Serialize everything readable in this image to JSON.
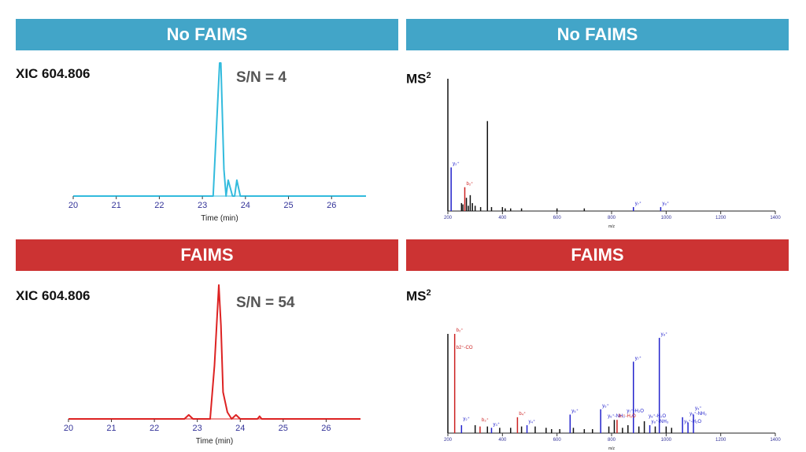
{
  "banners": {
    "top_left": "No FAIMS",
    "top_right": "No FAIMS",
    "bottom_left": "FAIMS",
    "bottom_right": "FAIMS"
  },
  "colors": {
    "banner_blue": "#42a5c8",
    "banner_red": "#cc3333",
    "xic_no_faims": "#33bbdd",
    "xic_faims": "#dd2222",
    "ion_y": "#2222cc",
    "ion_b": "#cc2222"
  },
  "chart_data": [
    {
      "type": "line",
      "id": "xic-no-faims",
      "title": "XIC 604.806",
      "annotation": "S/N = 4",
      "xlabel": "Time (min)",
      "xlim": [
        20,
        26.8
      ],
      "ylim": [
        0,
        100
      ],
      "xticks": [
        20,
        21,
        22,
        23,
        24,
        25,
        26
      ],
      "grid": false,
      "series": [
        {
          "x": [
            20,
            23.25,
            23.4,
            23.43,
            23.5,
            23.55,
            23.6,
            23.7,
            23.75,
            23.8,
            23.88,
            23.95,
            26.8
          ],
          "y": [
            0,
            0,
            100,
            100,
            20,
            0,
            12,
            0,
            0,
            12,
            0,
            0,
            0
          ]
        }
      ]
    },
    {
      "type": "bar",
      "id": "ms2-no-faims",
      "title": "MS",
      "title_superscript": "2",
      "xlabel": "m/z",
      "xlim": [
        200,
        1400
      ],
      "ylim": [
        0,
        100
      ],
      "xticks": [
        200,
        400,
        600,
        800,
        1000,
        1200,
        1400
      ],
      "grid": false,
      "x": [
        200,
        212,
        250,
        255,
        262,
        268,
        275,
        282,
        290,
        300,
        320,
        345,
        360,
        400,
        410,
        430,
        470,
        600,
        700,
        880,
        980
      ],
      "values": [
        100,
        33,
        6,
        5,
        18,
        10,
        4,
        12,
        6,
        4,
        3,
        68,
        3,
        3,
        2,
        2,
        2,
        2,
        2,
        3,
        3
      ],
      "peak_labels": [
        {
          "x": 212,
          "value": 33,
          "text": "y₂⁺",
          "ion": "y"
        },
        {
          "x": 262,
          "value": 18,
          "text": "b₂⁺",
          "ion": "b"
        },
        {
          "x": 880,
          "value": 3,
          "text": "y₇⁺",
          "ion": "y"
        },
        {
          "x": 980,
          "value": 3,
          "text": "y₈⁺",
          "ion": "y"
        }
      ]
    },
    {
      "type": "line",
      "id": "xic-faims",
      "title": "XIC 604.806",
      "annotation": "S/N = 54",
      "xlabel": "Time (min)",
      "xlim": [
        20,
        26.8
      ],
      "ylim": [
        0,
        100
      ],
      "xticks": [
        20,
        21,
        22,
        23,
        24,
        25,
        26
      ],
      "grid": false,
      "series": [
        {
          "x": [
            20,
            22.7,
            22.8,
            22.9,
            23.3,
            23.4,
            23.5,
            23.55,
            23.6,
            23.7,
            23.8,
            23.9,
            24.0,
            24.4,
            24.45,
            24.5,
            26.8
          ],
          "y": [
            0,
            0,
            3,
            0,
            0,
            40,
            100,
            70,
            20,
            5,
            0,
            3,
            0,
            0,
            2,
            0,
            0
          ]
        }
      ]
    },
    {
      "type": "bar",
      "id": "ms2-faims",
      "title": "MS",
      "title_superscript": "2",
      "xlabel": "m/z",
      "xlim": [
        200,
        1400
      ],
      "ylim": [
        0,
        100
      ],
      "xticks": [
        200,
        400,
        600,
        800,
        1000,
        1200,
        1400
      ],
      "grid": false,
      "x": [
        200,
        225,
        250,
        300,
        318,
        345,
        360,
        390,
        430,
        455,
        470,
        490,
        520,
        560,
        580,
        610,
        648,
        660,
        700,
        730,
        760,
        790,
        810,
        820,
        840,
        860,
        880,
        900,
        920,
        940,
        960,
        975,
        1000,
        1020,
        1060,
        1080,
        1100
      ],
      "values": [
        75,
        75,
        6,
        6,
        5,
        5,
        4,
        4,
        4,
        12,
        5,
        6,
        5,
        4,
        3,
        3,
        14,
        4,
        3,
        3,
        18,
        5,
        10,
        10,
        4,
        6,
        54,
        5,
        9,
        6,
        5,
        72,
        5,
        4,
        12,
        8,
        14
      ],
      "peak_labels": [
        {
          "x": 225,
          "value": 75,
          "text": "b₂⁺",
          "ion": "b"
        },
        {
          "x": 225,
          "value": 62,
          "text": "b2⁺-CO",
          "ion": "b"
        },
        {
          "x": 250,
          "value": 8,
          "text": "y₂⁺",
          "ion": "y"
        },
        {
          "x": 318,
          "value": 7,
          "text": "b₃⁺",
          "ion": "b"
        },
        {
          "x": 360,
          "value": 4,
          "text": "y₃⁺",
          "ion": "y"
        },
        {
          "x": 455,
          "value": 12,
          "text": "b₄⁺",
          "ion": "b"
        },
        {
          "x": 490,
          "value": 6,
          "text": "y₄⁺",
          "ion": "y"
        },
        {
          "x": 648,
          "value": 14,
          "text": "y₅⁺",
          "ion": "y"
        },
        {
          "x": 760,
          "value": 18,
          "text": "y₆⁺",
          "ion": "y"
        },
        {
          "x": 780,
          "value": 10,
          "text": "y₆⁺-NH₃",
          "ion": "y"
        },
        {
          "x": 820,
          "value": 10,
          "text": "b₇⁺-H₂O",
          "ion": "b"
        },
        {
          "x": 850,
          "value": 14,
          "text": "y₇⁺-H₂O",
          "ion": "y"
        },
        {
          "x": 880,
          "value": 54,
          "text": "y₇⁺",
          "ion": "y"
        },
        {
          "x": 930,
          "value": 10,
          "text": "y₈⁺-H₂O",
          "ion": "y"
        },
        {
          "x": 940,
          "value": 6,
          "text": "y₈⁺-NH₃",
          "ion": "y"
        },
        {
          "x": 975,
          "value": 72,
          "text": "y₈⁺",
          "ion": "y"
        },
        {
          "x": 1080,
          "value": 12,
          "text": "y₉⁺-NH₃",
          "ion": "y"
        },
        {
          "x": 1060,
          "value": 6,
          "text": "y₉⁺-H₂O",
          "ion": "y"
        },
        {
          "x": 1100,
          "value": 16,
          "text": "y₉⁺",
          "ion": "y"
        }
      ]
    }
  ]
}
